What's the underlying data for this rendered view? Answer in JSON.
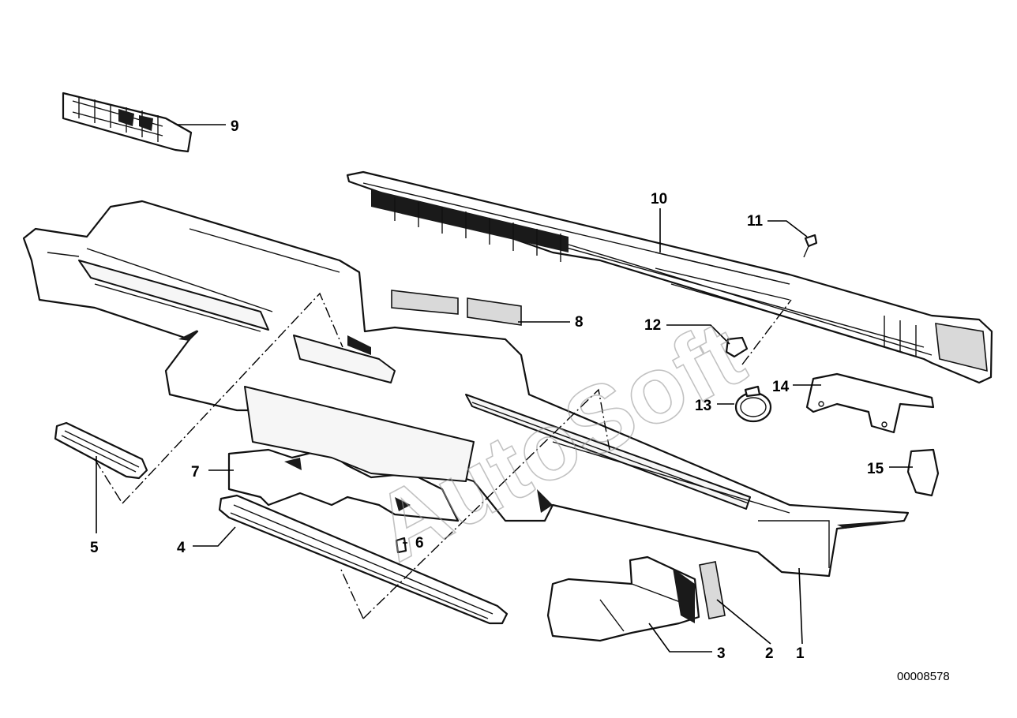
{
  "watermark": "AutoSoft",
  "reference_number": "00008578",
  "callouts": [
    "1",
    "2",
    "3",
    "4",
    "5",
    "6",
    "7",
    "8",
    "9",
    "10",
    "11",
    "12",
    "13",
    "14",
    "15"
  ]
}
